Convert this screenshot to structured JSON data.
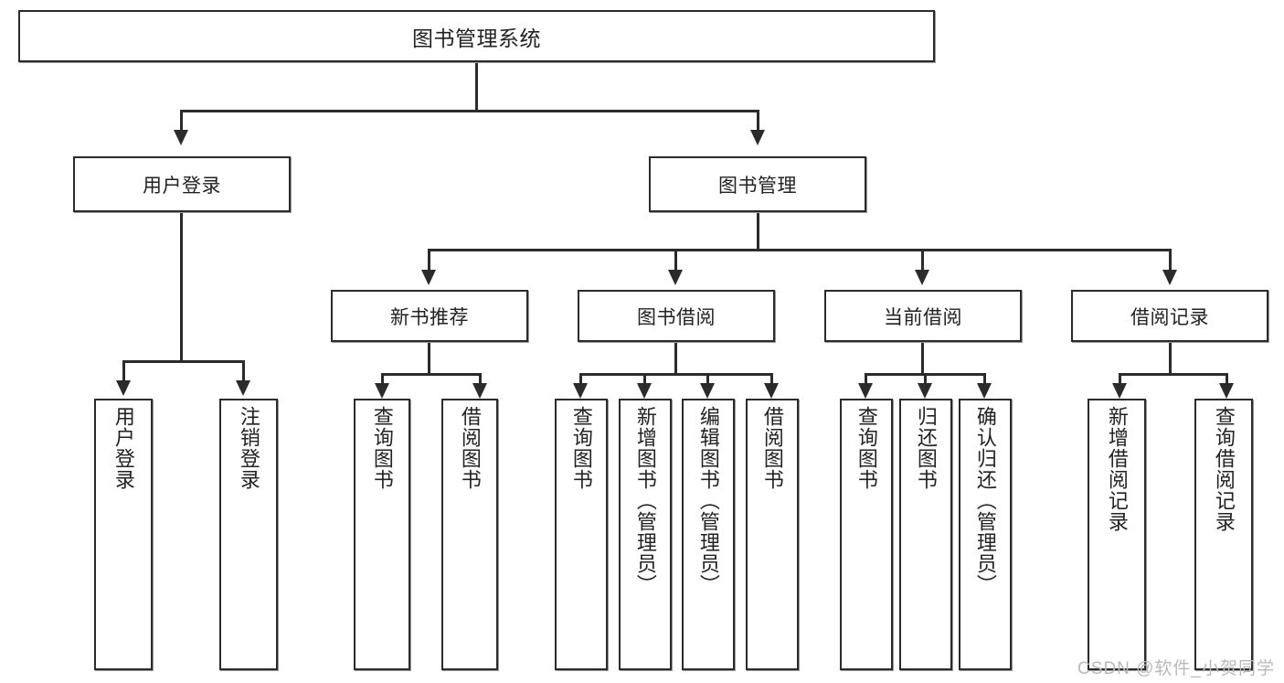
{
  "diagram": {
    "type": "tree-hierarchy-functional-decomposition",
    "root": {
      "label": "图书管理系统"
    },
    "level2": [
      {
        "label": "用户登录"
      },
      {
        "label": "图书管理"
      }
    ],
    "level3": [
      {
        "label": "新书推荐"
      },
      {
        "label": "图书借阅"
      },
      {
        "label": "当前借阅"
      },
      {
        "label": "借阅记录"
      }
    ],
    "leaves": {
      "user_login": [
        {
          "label": "用户登录"
        },
        {
          "label": "注销登录"
        }
      ],
      "new_book_recommend": [
        {
          "label": "查询图书"
        },
        {
          "label": "借阅图书"
        }
      ],
      "book_borrow": [
        {
          "label": "查询图书"
        },
        {
          "label": "新增图书（管理员）"
        },
        {
          "label": "编辑图书（管理员）"
        },
        {
          "label": "借阅图书"
        }
      ],
      "current_borrow": [
        {
          "label": "查询图书"
        },
        {
          "label": "归还图书"
        },
        {
          "label": "确认归还（管理员）"
        }
      ],
      "borrow_record": [
        {
          "label": "新增借阅记录"
        },
        {
          "label": "查询借阅记录"
        }
      ]
    }
  },
  "watermark": {
    "text": "CSDN @软件_小贺同学"
  },
  "colors": {
    "stroke": "#2b2b2b",
    "fill": "#ffffff",
    "text": "#222222",
    "watermark": "#b9b9b9"
  }
}
